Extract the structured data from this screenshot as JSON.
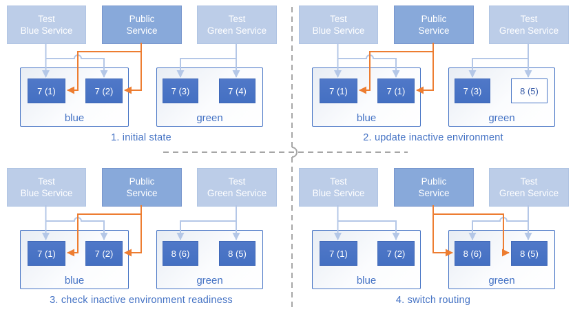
{
  "colors": {
    "accent_blue": "#4472C4",
    "light_service_blue": "#BCCDE8",
    "public_service_blue": "#88A9DA",
    "version_box_blue": "#4472C4",
    "test_arrow_blue": "#B4C7E7",
    "public_arrow_orange": "#ED7D31",
    "divider_gray": "#A6A6A6"
  },
  "panels": [
    {
      "caption": "1. initial state",
      "services": [
        {
          "lines": [
            "Test",
            "Blue Service"
          ]
        },
        {
          "lines": [
            "Public",
            "Service"
          ]
        },
        {
          "lines": [
            "Test",
            "Green Service"
          ]
        }
      ],
      "environments": [
        {
          "name": "blue",
          "versions": [
            {
              "label": "7 (1)",
              "style": "solid"
            },
            {
              "label": "7 (2)",
              "style": "solid"
            }
          ]
        },
        {
          "name": "green",
          "versions": [
            {
              "label": "7 (3)",
              "style": "solid"
            },
            {
              "label": "7 (4)",
              "style": "solid"
            }
          ]
        }
      ]
    },
    {
      "caption": "2. update inactive environment",
      "services": [
        {
          "lines": [
            "Test",
            "Blue Service"
          ]
        },
        {
          "lines": [
            "Public",
            "Service"
          ]
        },
        {
          "lines": [
            "Test",
            "Green Service"
          ]
        }
      ],
      "environments": [
        {
          "name": "blue",
          "versions": [
            {
              "label": "7 (1)",
              "style": "solid"
            },
            {
              "label": "7 (1)",
              "style": "solid"
            }
          ]
        },
        {
          "name": "green",
          "versions": [
            {
              "label": "7 (3)",
              "style": "solid"
            },
            {
              "label": "8 (5)",
              "style": "outline"
            }
          ]
        }
      ]
    },
    {
      "caption": "3. check inactive environment readiness",
      "services": [
        {
          "lines": [
            "Test",
            "Blue Service"
          ]
        },
        {
          "lines": [
            "Public",
            "Service"
          ]
        },
        {
          "lines": [
            "Test",
            "Green Service"
          ]
        }
      ],
      "environments": [
        {
          "name": "blue",
          "versions": [
            {
              "label": "7 (1)",
              "style": "solid"
            },
            {
              "label": "7 (2)",
              "style": "solid"
            }
          ]
        },
        {
          "name": "green",
          "versions": [
            {
              "label": "8 (6)",
              "style": "solid"
            },
            {
              "label": "8 (5)",
              "style": "solid"
            }
          ]
        }
      ]
    },
    {
      "caption": "4. switch routing",
      "services": [
        {
          "lines": [
            "Test",
            "Blue Service"
          ]
        },
        {
          "lines": [
            "Public",
            "Service"
          ]
        },
        {
          "lines": [
            "Test",
            "Green Service"
          ]
        }
      ],
      "environments": [
        {
          "name": "blue",
          "versions": [
            {
              "label": "7 (1)",
              "style": "solid"
            },
            {
              "label": "7 (2)",
              "style": "solid"
            }
          ]
        },
        {
          "name": "green",
          "versions": [
            {
              "label": "8 (6)",
              "style": "solid"
            },
            {
              "label": "8 (5)",
              "style": "solid"
            }
          ]
        }
      ]
    }
  ]
}
